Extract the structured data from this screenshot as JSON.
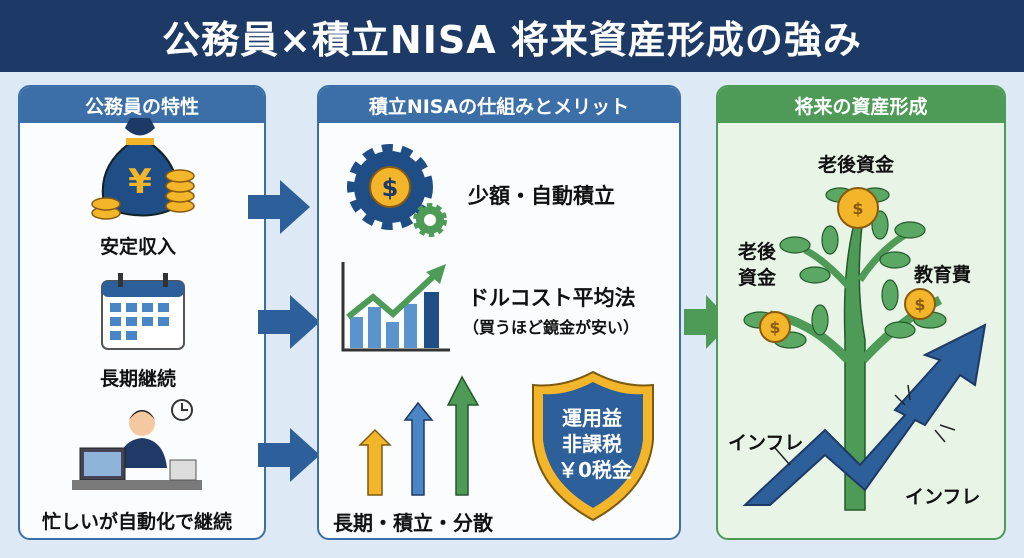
{
  "title": "公務員×積立NISA 将来資産形成の強み",
  "panels": [
    {
      "header": "公務員の特性",
      "items": [
        {
          "label": "安定収入",
          "icon": "money-bag-icon"
        },
        {
          "label": "長期継続",
          "icon": "calendar-icon"
        },
        {
          "label": "忙しいが自動化で継続",
          "icon": "office-worker-icon"
        }
      ]
    },
    {
      "header": "積立NISAの仕組みとメリット",
      "items": [
        {
          "label": "少額・自動積立",
          "icon": "gear-dollar-icon"
        },
        {
          "label": "ドルコスト平均法",
          "sub": "（買うほど鏡金が安い）",
          "icon": "bar-chart-icon"
        },
        {
          "label": "長期・積立・分散",
          "icon": "rising-arrows-icon"
        }
      ],
      "shield": [
        "運用益",
        "非課税",
        "￥0税金"
      ]
    },
    {
      "header": "将来の資産形成",
      "labels": {
        "top": "老後資金",
        "left": [
          "老後",
          "資金"
        ],
        "right": "教育費",
        "inflation_left": "インフレ",
        "inflation_right": "インフレ"
      }
    }
  ],
  "colors": {
    "navy": "#1d3a66",
    "blue": "#3c6fa7",
    "green": "#4e9a57",
    "gold": "#f3b62a"
  }
}
